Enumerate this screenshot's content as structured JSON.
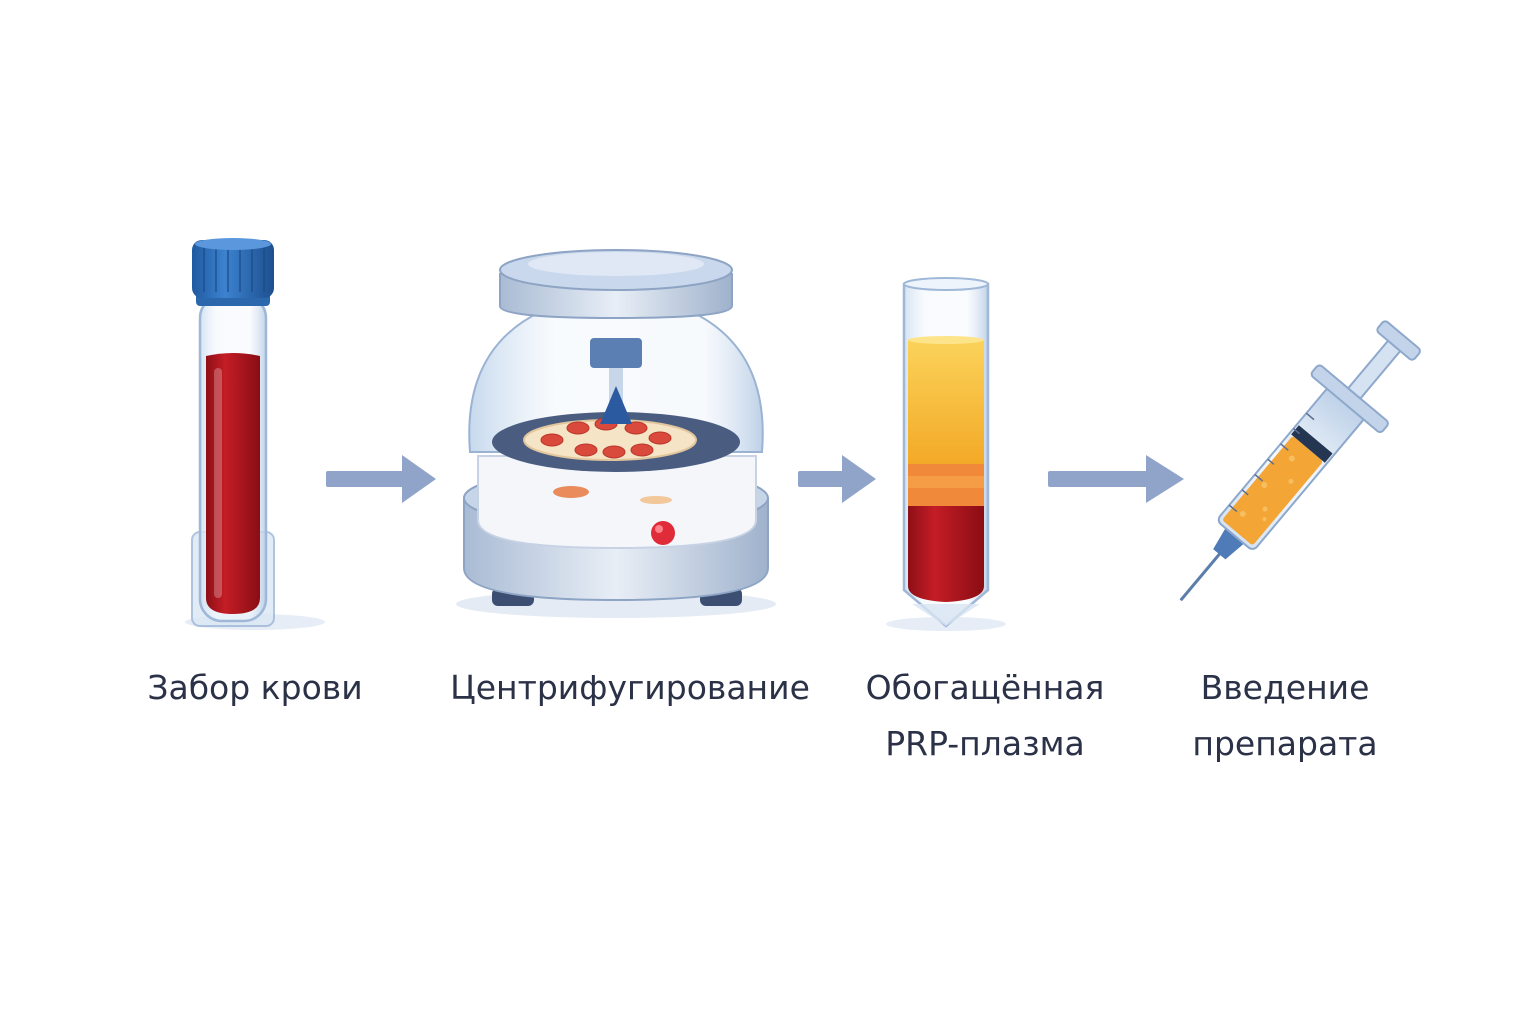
{
  "steps": [
    {
      "icon": "blood-collection-tube-icon",
      "lines": [
        "Забор крови"
      ]
    },
    {
      "icon": "centrifuge-icon",
      "lines": [
        "Центрифугирование"
      ]
    },
    {
      "icon": "prp-tube-icon",
      "lines": [
        "Обогащённая",
        "PRP-плазма"
      ]
    },
    {
      "icon": "syringe-icon",
      "lines": [
        "Введение",
        "препарата"
      ]
    }
  ],
  "colors": {
    "blood": "#b0161f",
    "plasma": "#f6b62b",
    "buffy_coat": "#f0813a",
    "tube_cap": "#2f6fb8",
    "arrow": "#8fa4c8",
    "text": "#2b3147"
  }
}
